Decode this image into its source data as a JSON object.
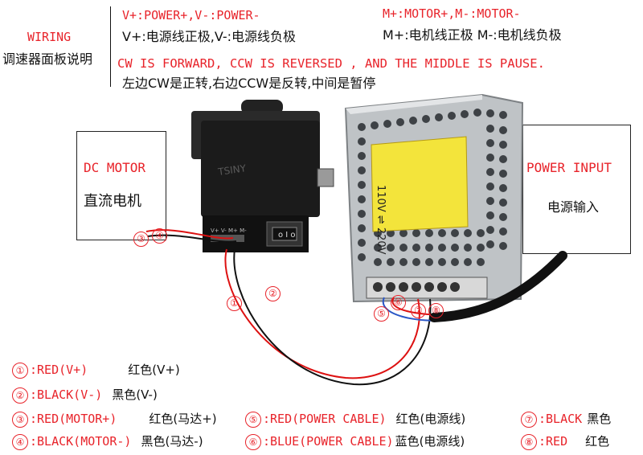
{
  "header": {
    "wiring_label": "WIRING",
    "panel_desc": "调速器面板说明",
    "power_en": "V+:POWER+,V-:POWER-",
    "power_cn": "V+:电源线正极,V-:电源线负极",
    "motor_en": "M+:MOTOR+,M-:MOTOR-",
    "motor_cn": "M+:电机线正极 M-:电机线负极",
    "direction_en": "CW IS FORWARD, CCW IS REVERSED , AND THE MIDDLE IS PAUSE.",
    "direction_cn": "左边CW是正转,右边CCW是反转,中间是暂停"
  },
  "boxes": {
    "motor_en": "DC MOTOR",
    "motor_cn": "直流电机",
    "power_en": "POWER INPUT",
    "power_cn": "电源输入"
  },
  "device": {
    "brand": "TSINY",
    "terminals": "V+ V- M+ M-",
    "psu_label": "110V ⇌ 220V"
  },
  "markers": [
    "①",
    "②",
    "③",
    "④",
    "⑤",
    "⑥",
    "⑦",
    "⑧"
  ],
  "legend": [
    {
      "num": "①",
      "en": ":RED(V+)",
      "cn": "红色(V+)"
    },
    {
      "num": "②",
      "en": ":BLACK(V-)",
      "cn": "黑色(V-)"
    },
    {
      "num": "③",
      "en": ":RED(MOTOR+)",
      "cn": "红色(马达+)"
    },
    {
      "num": "④",
      "en": ":BLACK(MOTOR-)",
      "cn": "黑色(马达-)"
    },
    {
      "num": "⑤",
      "en": ":RED(POWER CABLE)",
      "cn": "红色(电源线)"
    },
    {
      "num": "⑥",
      "en": ":BLUE(POWER CABLE)",
      "cn": "蓝色(电源线)"
    },
    {
      "num": "⑦",
      "en": ":BLACK",
      "cn": "黑色"
    },
    {
      "num": "⑧",
      "en": ":RED",
      "cn": "红色"
    }
  ],
  "colors": {
    "accent": "#e8232a",
    "text": "#111111"
  }
}
